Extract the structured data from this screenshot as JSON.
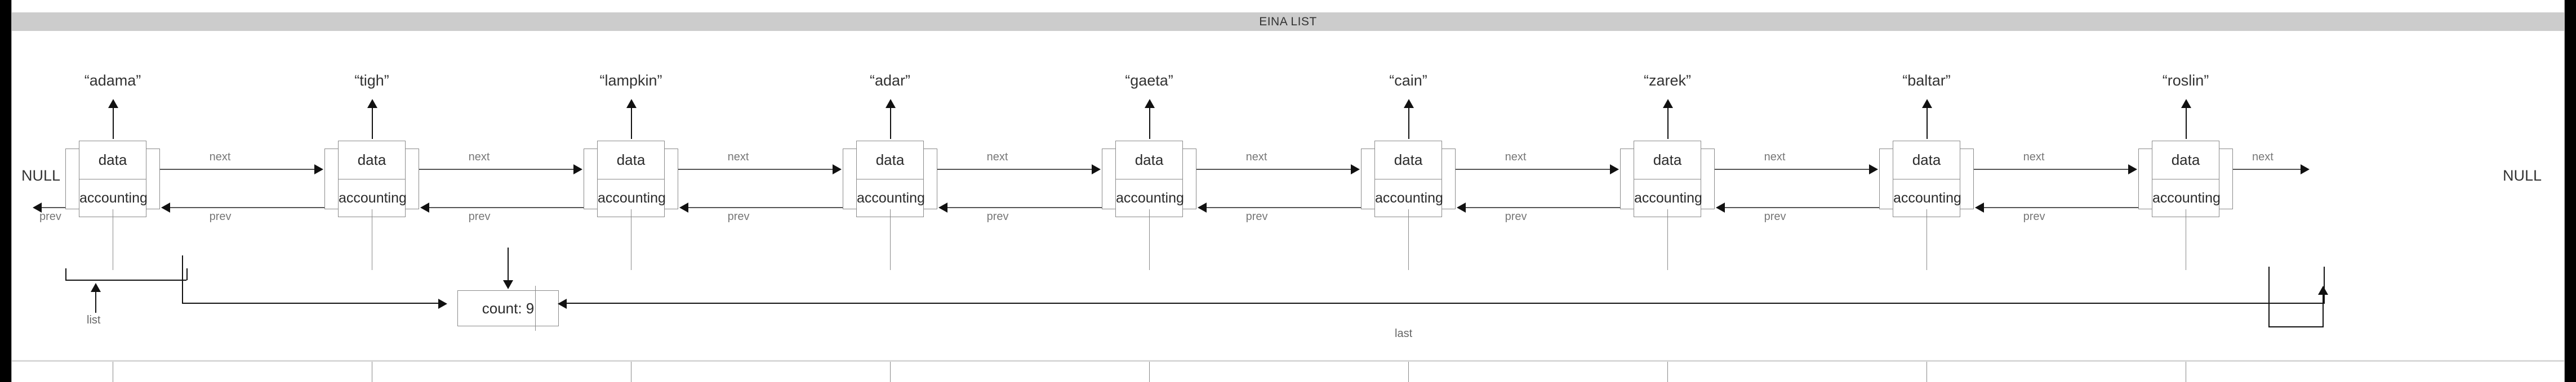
{
  "window": {
    "title": "EINA LIST",
    "titlebar_color": "#cccccc",
    "canvas_color": "#ffffff",
    "frame_color": "#000000"
  },
  "diagram": {
    "type": "doubly-linked-list",
    "node_field_labels": {
      "data": "data",
      "accounting": "accounting"
    },
    "link_labels": {
      "next": "next",
      "prev": "prev"
    },
    "terminator": "NULL",
    "terminator_left": "NULL",
    "terminator_right": "NULL",
    "nodes": [
      {
        "index": 0,
        "value": "“adama”",
        "data": "data",
        "accounting": "accounting"
      },
      {
        "index": 1,
        "value": "“tigh”",
        "data": "data",
        "accounting": "accounting"
      },
      {
        "index": 2,
        "value": "“lampkin”",
        "data": "data",
        "accounting": "accounting"
      },
      {
        "index": 3,
        "value": "“adar”",
        "data": "data",
        "accounting": "accounting"
      },
      {
        "index": 4,
        "value": "“gaeta”",
        "data": "data",
        "accounting": "accounting"
      },
      {
        "index": 5,
        "value": "“cain”",
        "data": "data",
        "accounting": "accounting"
      },
      {
        "index": 6,
        "value": "“zarek”",
        "data": "data",
        "accounting": "accounting"
      },
      {
        "index": 7,
        "value": "“baltar”",
        "data": "data",
        "accounting": "accounting"
      },
      {
        "index": 8,
        "value": "“roslin”",
        "data": "data",
        "accounting": "accounting"
      }
    ],
    "list_header": {
      "count_label": "count: 9",
      "count_value": 9,
      "list_pointer_label": "list",
      "last_pointer_label": "last"
    }
  }
}
